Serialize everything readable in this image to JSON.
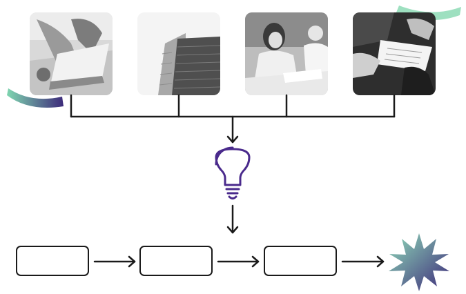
{
  "photos": [
    {
      "id": "photo-team-laptop",
      "icon": "people-at-laptop-photo"
    },
    {
      "id": "photo-building",
      "icon": "office-building-photo"
    },
    {
      "id": "photo-meeting",
      "icon": "business-meeting-photo"
    },
    {
      "id": "photo-documents",
      "icon": "handing-documents-photo"
    }
  ],
  "idea_icon": "lightbulb-icon",
  "process_steps": [
    {
      "label": ""
    },
    {
      "label": ""
    },
    {
      "label": ""
    }
  ],
  "result_icon": "starburst-icon",
  "colors": {
    "line": "#1a1a1a",
    "bulb": "#4a2a8c",
    "accent_start": "#7fd6b0",
    "accent_end": "#3d2a7a"
  }
}
